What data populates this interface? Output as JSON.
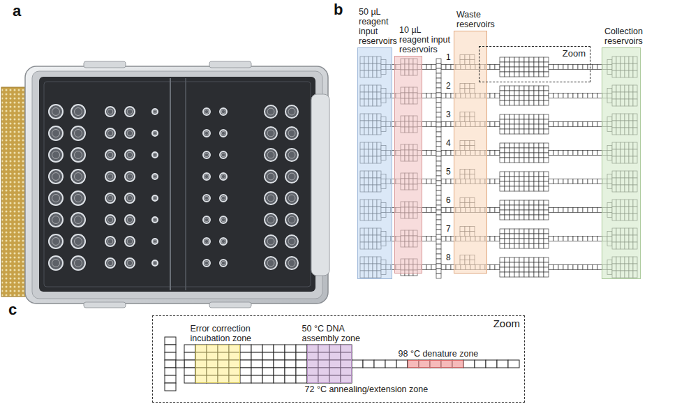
{
  "diagram": {
    "nodes": [
      {
        "text": [
          "50 µL reagent input reservoirs"
        ]
      },
      {
        "text": [
          "10 µL reagent input reservoirs"
        ]
      },
      {
        "text": [
          "Waste reservoirs"
        ]
      },
      {
        "text": [
          "Zoom"
        ]
      },
      {
        "text": [
          "Collection reservoirs"
        ]
      },
      {
        "text": [
          "Zoom"
        ]
      },
      {
        "text": [
          "Error correction incubation zone"
        ],
        "in": 5
      },
      {
        "text": [
          "50 °C DNA assembly zone",
          "72 °C annealing/extension zone"
        ],
        "in": 5
      },
      {
        "text": [
          "98 °C denature zone"
        ],
        "in": 5
      }
    ],
    "labels": [
      "a",
      "b",
      "c",
      "1",
      "2",
      "3",
      "4",
      "5",
      "6",
      "7",
      "8"
    ]
  }
}
